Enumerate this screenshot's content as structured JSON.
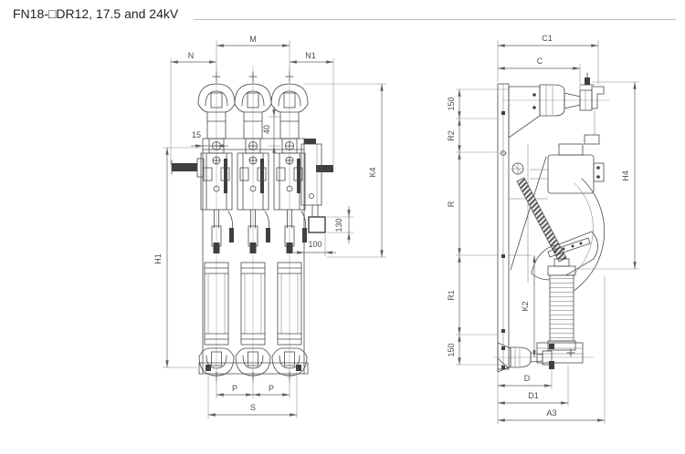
{
  "title": "FN18-□DR12, 17.5 and 24kV",
  "front_view": {
    "dims": {
      "M": "M",
      "N": "N",
      "N1": "N1",
      "d15": "15",
      "d40": "40",
      "H1": "H1",
      "K4": "K4",
      "d130": "130",
      "d100": "100",
      "P_left": "P",
      "P_right": "P",
      "S": "S"
    }
  },
  "side_view": {
    "dims": {
      "C1": "C1",
      "C": "C",
      "d150_top": "150",
      "R2": "R2",
      "R": "R",
      "R1": "R1",
      "d150_bottom": "150",
      "H4": "H4",
      "K2": "K2",
      "D": "D",
      "D1": "D1",
      "A3": "A3"
    }
  }
}
